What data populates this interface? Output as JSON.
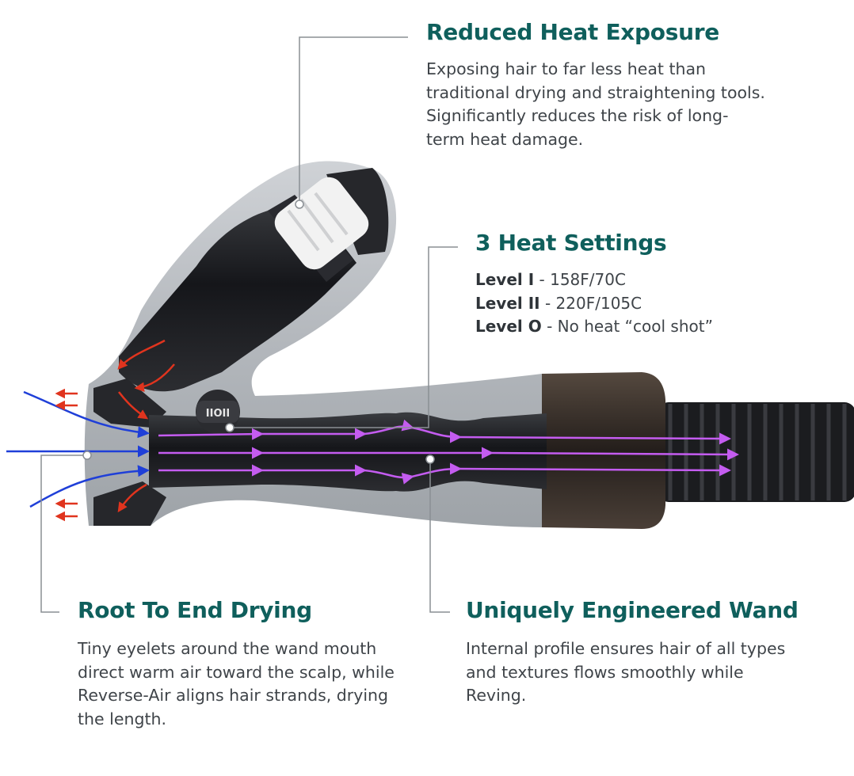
{
  "callouts": {
    "reduced_heat": {
      "title": "Reduced Heat Exposure",
      "text": "Exposing hair to far less heat than traditional drying and straightening tools. Significantly reduces the risk of long-term heat damage."
    },
    "heat_settings": {
      "title": "3 Heat Settings",
      "levels": [
        {
          "name": "Level I",
          "value": " - 158F/70C"
        },
        {
          "name": "Level II",
          "value": " - 220F/105C"
        },
        {
          "name": "Level O",
          "value": " - No heat “cool shot”"
        }
      ]
    },
    "root_to_end": {
      "title": "Root To End Drying",
      "text": "Tiny eyelets around the wand mouth direct warm air toward the scalp, while Reverse-Air aligns hair strands, drying the length."
    },
    "engineered_wand": {
      "title": "Uniquely Engineered Wand",
      "text": "Internal profile ensures hair of all types and textures flows smoothly while Reving."
    }
  },
  "device": {
    "switch_label": "IIOII"
  },
  "colors": {
    "title": "#0f5f5c",
    "body_text": "#3f4449",
    "airflow": "#c45cf0",
    "intake": "#1f3fd8",
    "warm_air": "#e0341e",
    "leader_line": "#8a8f94",
    "shell": "#b8bcc1",
    "internals": "#1e1f22"
  }
}
